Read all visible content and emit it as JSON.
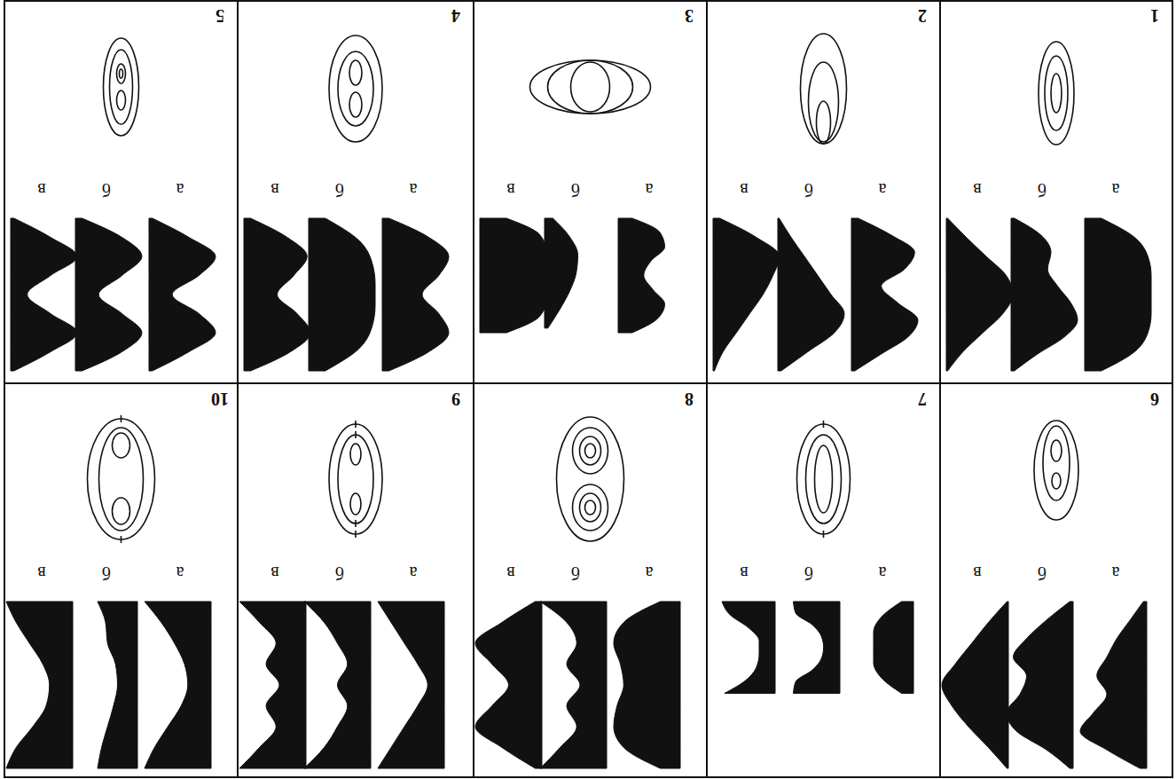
{
  "diagram": {
    "labels": [
      "1",
      "а",
      "б",
      "в",
      "2",
      "а",
      "б",
      "в",
      "3",
      "а",
      "б",
      "в",
      "4",
      "а",
      "б",
      "в",
      "5",
      "а",
      "б",
      "в",
      "6",
      "а",
      "б",
      "в",
      "7",
      "а",
      "б",
      "в",
      "8",
      "а",
      "б",
      "в",
      "9",
      "а",
      "б",
      "в",
      "10",
      "а",
      "б",
      "в"
    ]
  }
}
